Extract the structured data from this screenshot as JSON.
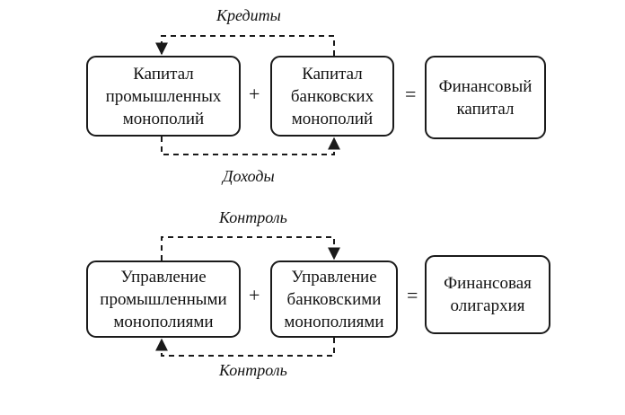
{
  "diagrams": [
    {
      "boxes": [
        {
          "text": "Капитал\nпромышленных\nмонополий"
        },
        {
          "text": "Капитал\nбанковских\nмонополий"
        },
        {
          "text": "Финансовый\nкапитал"
        }
      ],
      "plus": "+",
      "equals": "=",
      "top_label": "Кредиты",
      "bottom_label": "Доходы"
    },
    {
      "boxes": [
        {
          "text": "Управление\nпромышленными\nмонополиями"
        },
        {
          "text": "Управление\nбанковскими\nмонополиями"
        },
        {
          "text": "Финансовая\nолигархия"
        }
      ],
      "plus": "+",
      "equals": "=",
      "top_label": "Контроль",
      "bottom_label": "Контроль"
    }
  ]
}
